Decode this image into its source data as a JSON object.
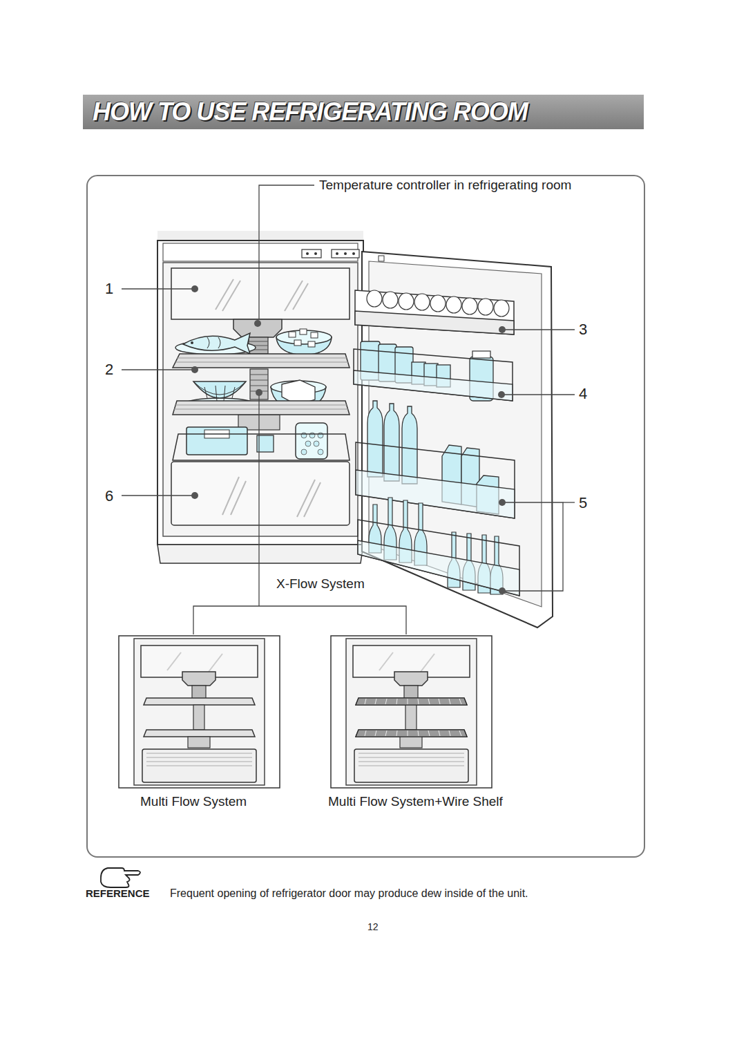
{
  "diagram": {
    "title": "HOW TO USE REFRIGERATING ROOM",
    "labels": [
      "Temperature controller in refrigerating room",
      "1",
      "2",
      "6",
      "3",
      "4",
      "5",
      "X-Flow System",
      "Multi Flow System",
      "Multi Flow System+Wire Shelf",
      "REFERENCE",
      "Frequent opening of refrigerator door may produce dew inside of the unit.",
      "12"
    ]
  }
}
